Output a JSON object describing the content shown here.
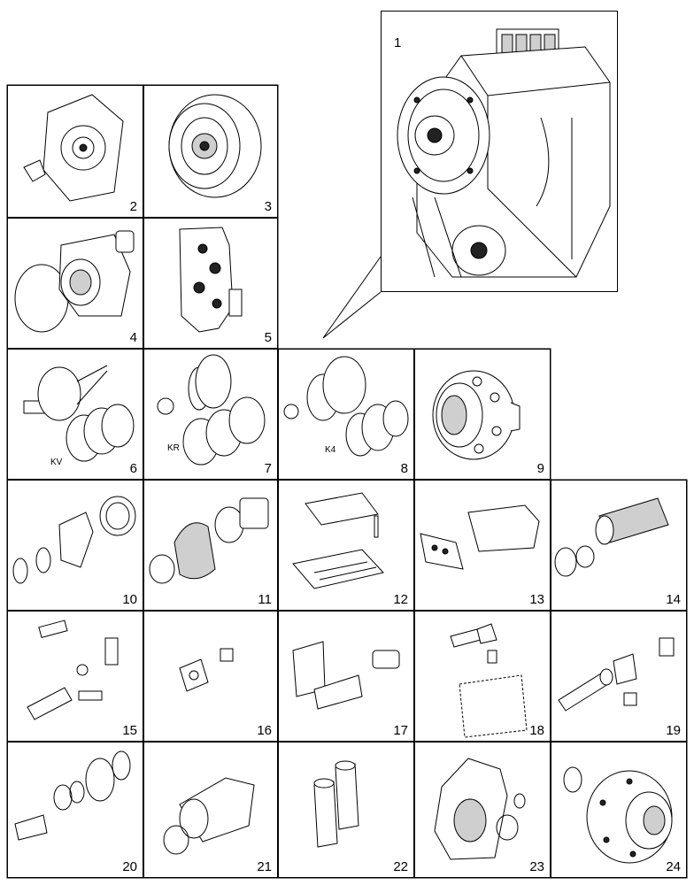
{
  "overview": {
    "number": "1"
  },
  "parts": [
    {
      "number": "2"
    },
    {
      "number": "3"
    },
    {
      "number": "4"
    },
    {
      "number": "5"
    },
    {
      "number": "6",
      "label": "KV"
    },
    {
      "number": "7",
      "label": "KR"
    },
    {
      "number": "8",
      "label": "K4"
    },
    {
      "number": "9"
    },
    {
      "number": "10"
    },
    {
      "number": "11"
    },
    {
      "number": "12"
    },
    {
      "number": "13"
    },
    {
      "number": "14"
    },
    {
      "number": "15"
    },
    {
      "number": "16"
    },
    {
      "number": "17"
    },
    {
      "number": "18"
    },
    {
      "number": "19"
    },
    {
      "number": "20"
    },
    {
      "number": "21"
    },
    {
      "number": "22"
    },
    {
      "number": "23"
    },
    {
      "number": "24"
    }
  ]
}
